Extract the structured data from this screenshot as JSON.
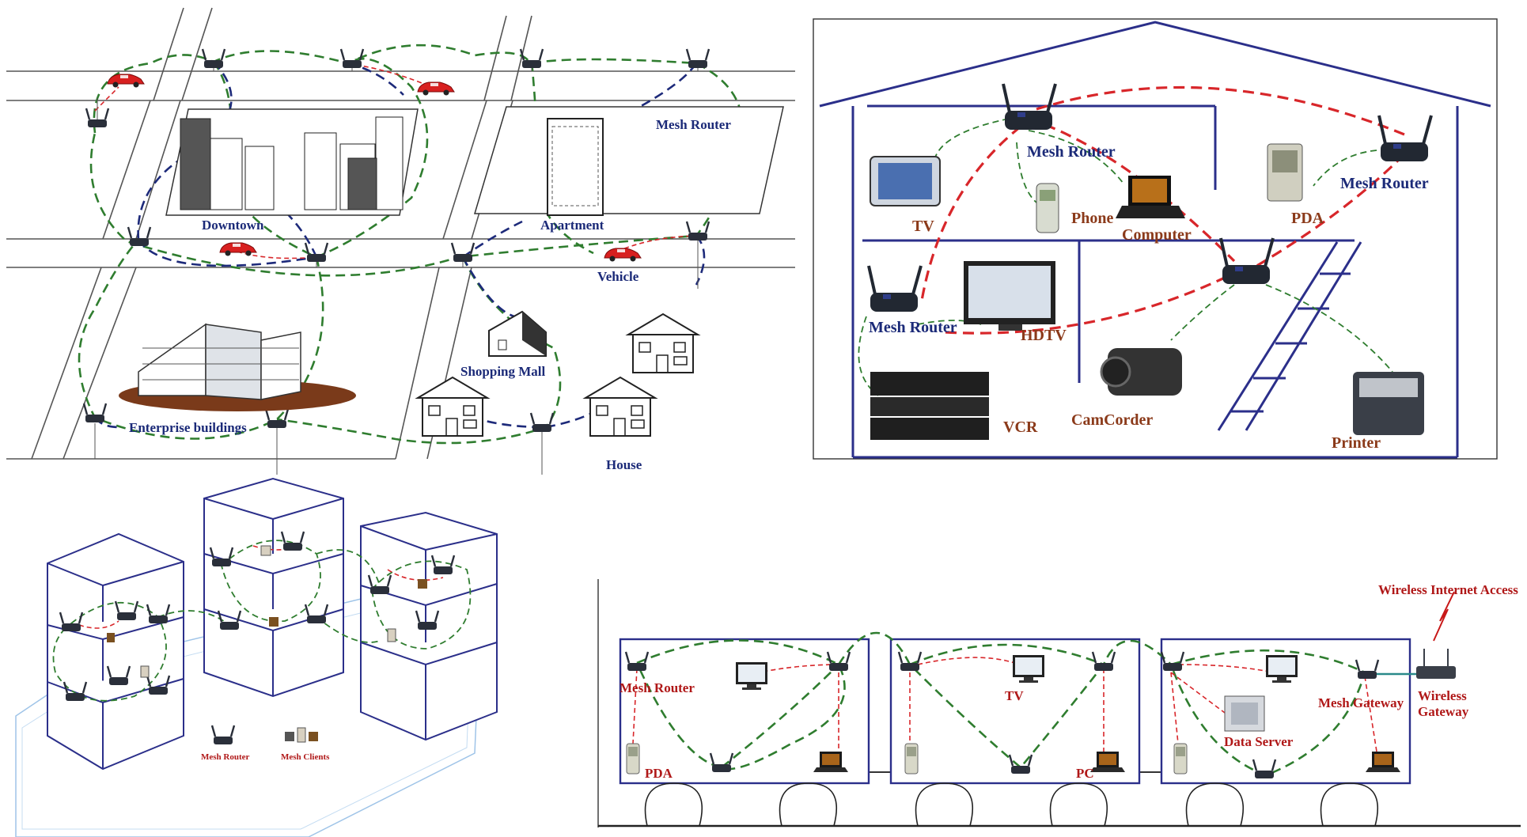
{
  "panels": {
    "city": {
      "labels": {
        "mesh_router": "Mesh Router",
        "downtown": "Downtown",
        "apartment": "Apartment",
        "vehicle": "Vehicle",
        "shopping_mall": "Shopping Mall",
        "enterprise": "Enterprise buildings",
        "house": "House"
      }
    },
    "home": {
      "labels": {
        "mesh_router_top": "Mesh Router",
        "mesh_router_right": "Mesh Router",
        "mesh_router_left": "Mesh Router",
        "tv": "TV",
        "phone": "Phone",
        "computer": "Computer",
        "pda": "PDA",
        "hdtv": "HDTV",
        "vcr": "VCR",
        "camcorder": "CamCorder",
        "printer": "Printer"
      }
    },
    "campus": {
      "legend": {
        "mesh_router": "Mesh Router",
        "mesh_clients": "Mesh Clients"
      }
    },
    "office": {
      "labels": {
        "wireless_internet_access": "Wireless Internet Access",
        "mesh_router": "Mesh Router",
        "tv": "TV",
        "mesh_gateway": "Mesh Gateway",
        "wireless_gateway_1": "Wireless",
        "wireless_gateway_2": "Gateway",
        "data_server": "Data Server",
        "pda": "PDA",
        "pc": "PC"
      }
    }
  },
  "colors": {
    "mesh_link_green": "#2f7d2f",
    "client_link_blue": "#1d2a7a",
    "client_link_red": "#d8262a",
    "label_blue": "#1b2a78",
    "label_brown": "#8b3a1a"
  }
}
